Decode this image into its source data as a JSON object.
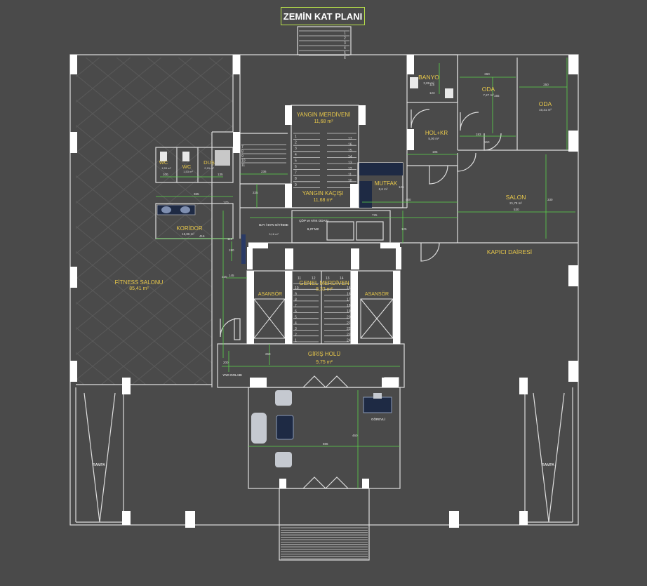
{
  "title": "ZEMİN KAT PLANI",
  "rooms": [
    {
      "id": "banyo",
      "name": "BANYO",
      "area": "3,89 m²"
    },
    {
      "id": "oda1",
      "name": "ODA",
      "area": "7,27 m²"
    },
    {
      "id": "oda2",
      "name": "ODA",
      "area": "10,31 m²"
    },
    {
      "id": "holkr",
      "name": "HOL+KR",
      "area": "5,00 m²"
    },
    {
      "id": "yangin-merdiveni",
      "name": "YANGIN MERDİVENİ",
      "area": "11,68 m²"
    },
    {
      "id": "yangin-kacisi",
      "name": "YANGIN KAÇIŞI",
      "area": "11,68 m²"
    },
    {
      "id": "mutfak",
      "name": "MUTFAK",
      "area": "8,6 m²"
    },
    {
      "id": "salon",
      "name": "SALON",
      "area": "21,78 m²"
    },
    {
      "id": "kapici",
      "name": "KAPICI DAİRESİ",
      "area": ""
    },
    {
      "id": "wc1",
      "name": "WC",
      "area": "1,53 m²"
    },
    {
      "id": "wc2",
      "name": "WC",
      "area": "1,53 m²"
    },
    {
      "id": "dus",
      "name": "DUŞ",
      "area": "2,15 m²"
    },
    {
      "id": "koridor",
      "name": "KORİDOR",
      "area": "15,86 m²"
    },
    {
      "id": "fitness",
      "name": "FİTNESS SALONU",
      "area": "85,41 m²"
    },
    {
      "id": "cop",
      "name": "ÇÖP ve ATIK ODASI",
      "area": "6,27 M2"
    },
    {
      "id": "giyinme",
      "name": "BAY / BYN GİYİNME",
      "area": "3,16 m²"
    },
    {
      "id": "genel-merdiven",
      "name": "GENEL MERDİVEN",
      "area": "8,32 m²"
    },
    {
      "id": "asansor1",
      "name": "ASANSÖR",
      "area": ""
    },
    {
      "id": "asansor2",
      "name": "ASANSÖR",
      "area": ""
    },
    {
      "id": "giris",
      "name": "GİRİŞ HOLÜ",
      "area": "9,75 m²"
    },
    {
      "id": "yng-dolabi",
      "name": "YNG DOLABI",
      "area": ""
    },
    {
      "id": "gorevli",
      "name": "GÖREVLİ",
      "area": ""
    },
    {
      "id": "rampa1",
      "name": "RAMPA",
      "area": ""
    },
    {
      "id": "rampa2",
      "name": "RAMPA",
      "area": ""
    }
  ],
  "dimensions": [
    "260",
    "250",
    "165",
    "183",
    "195",
    "400",
    "725",
    "530",
    "330",
    "160",
    "145",
    "125",
    "126",
    "236",
    "225",
    "365",
    "416",
    "135",
    "170",
    "100",
    "886",
    "460",
    "320",
    "200",
    "260",
    "190",
    "110",
    "123",
    "115"
  ],
  "stair_numbers": {
    "top": [
      "1",
      "2",
      "3",
      "4",
      "5",
      "6"
    ],
    "yangin_left": [
      "1",
      "2",
      "3",
      "4",
      "5",
      "6",
      "7",
      "8",
      "9"
    ],
    "yangin_right": [
      "17",
      "16",
      "15",
      "14",
      "13",
      "12",
      "11",
      "10"
    ],
    "yangin_far_left": [
      "7",
      "8",
      "9",
      "10",
      "11"
    ],
    "genel_top": [
      "11",
      "12",
      "13",
      "14"
    ],
    "genel_left": [
      "10",
      "9",
      "8",
      "7",
      "6",
      "5",
      "4",
      "3",
      "2",
      "1"
    ],
    "genel_right": [
      "15",
      "16",
      "17",
      "18",
      "19",
      "20",
      "21",
      "22",
      "23",
      "24"
    ],
    "bottom": [
      "1",
      "2",
      "3",
      "4",
      "5",
      "6",
      "7",
      "8",
      "9",
      "10",
      "11",
      "12",
      "13",
      "14"
    ]
  },
  "colors": {
    "background": "#4a4a4a",
    "wall": "#dedede",
    "label": "#e8c84a",
    "dimension": "#5bd44a",
    "column": "#ffffff",
    "title_border": "#b8e04a"
  }
}
